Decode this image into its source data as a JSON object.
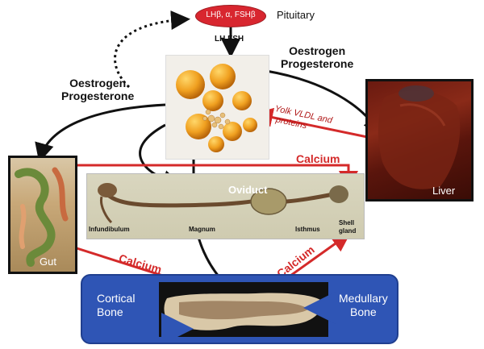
{
  "pituitary": {
    "hormones_label": "LHβ, α, FSHβ",
    "organ_label": "Pituitary",
    "output_label": "LH  FSH"
  },
  "ovary_left_label": [
    "Oestrogen",
    "Progesterone"
  ],
  "ovary_right_label": [
    "Oestrogen",
    "Progesterone"
  ],
  "liver": {
    "label": "Liver",
    "export_label": [
      "Yolk VLDL and",
      "proteins"
    ]
  },
  "gut": {
    "label": "Gut"
  },
  "oviduct": {
    "label": "Oviduct",
    "segments": [
      "Infundibulum",
      "Magnum",
      "Isthmus",
      "Shell",
      "gland"
    ]
  },
  "calcium_labels": [
    "Calcium",
    "Calcium",
    "Calcium"
  ],
  "bone": {
    "left_label": [
      "Cortical",
      "Bone"
    ],
    "right_label": [
      "Medullary",
      "Bone"
    ]
  },
  "colors": {
    "calcium_arrow": "#d42a2a",
    "yolk_text": "#b01818",
    "bone_panel": "#2f55b5",
    "pituitary_ellipse": "#d8262f"
  }
}
